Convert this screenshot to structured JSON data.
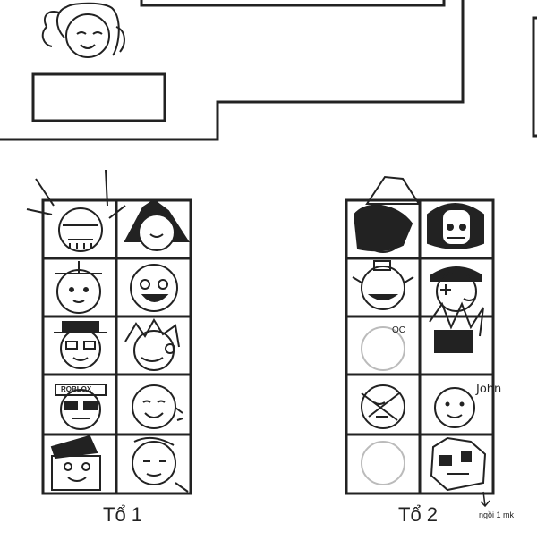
{
  "groups": [
    {
      "label": "Tổ 1",
      "seats": [
        "tall-ears-face",
        "hooded-face",
        "cap-face",
        "grin-face",
        "fedora-face",
        "spiky-face",
        "roblox-cap-face",
        "smile-face",
        "r-cap-face",
        "bandage-face"
      ]
    },
    {
      "label": "Tổ 2",
      "seats": [
        "witch-hat-face",
        "mask-face",
        "bun-face",
        "r-cap-face-2",
        "empty",
        "censored-face",
        "scribble-face",
        "plain-smile-face",
        "empty",
        "blocky-face"
      ]
    }
  ],
  "annotations": {
    "oc": "OC",
    "john": "John",
    "roblox": "ROBLOX",
    "seat_note": "ngồi 1 mk"
  },
  "colors": {
    "ink": "#222222",
    "paper": "#ffffff",
    "empty_circle": "#bbbbbb"
  }
}
